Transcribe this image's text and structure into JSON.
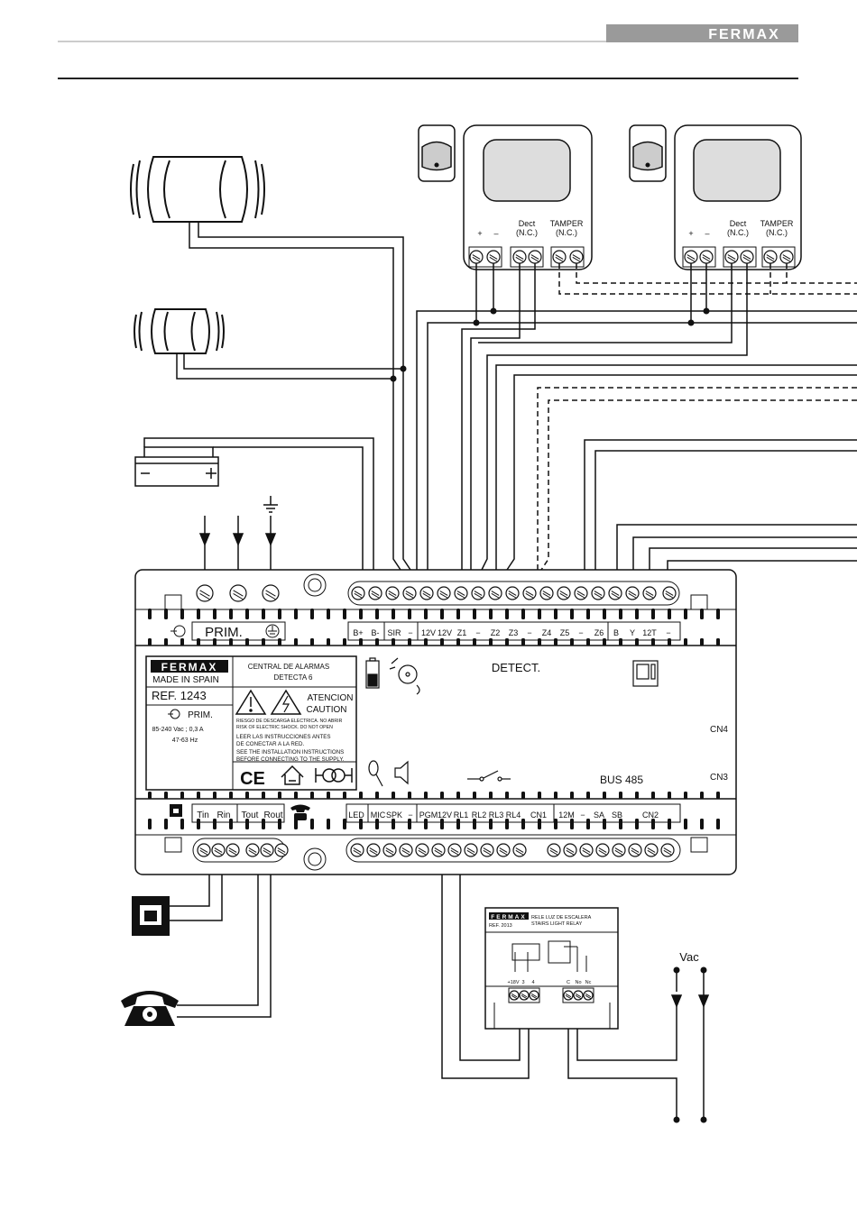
{
  "header": {
    "brand": "FERMAX"
  },
  "sensors": [
    {
      "plus": "+",
      "minus": "–",
      "dect_line1": "Dect",
      "dect_line2": "(N.C.)",
      "tamper_line1": "TAMPER",
      "tamper_line2": "(N.C.)"
    },
    {
      "plus": "+",
      "minus": "–",
      "dect_line1": "Dect",
      "dect_line2": "(N.C.)",
      "tamper_line1": "TAMPER",
      "tamper_line2": "(N.C.)"
    }
  ],
  "top_labels": [
    "B+",
    "B-",
    "SIR",
    "−",
    "12V",
    "12V",
    "Z1",
    "−",
    "Z2",
    "Z3",
    "−",
    "Z4",
    "Z5",
    "−",
    "Z6",
    "B",
    "Y",
    "12T",
    "−"
  ],
  "prim_label": "PRIM.",
  "bottom_labels": {
    "left": [
      "Tin",
      "Rin",
      "Tout",
      "Rout"
    ],
    "right": [
      "LED",
      "MIC",
      "SPK",
      "−",
      "PGM",
      "12V",
      "RL1",
      "RL2",
      "RL3",
      "RL4",
      "CN1",
      "12M",
      "−",
      "SA",
      "SB",
      "CN2"
    ]
  },
  "info_panel": {
    "brand": "FERMAX",
    "made_in": "MADE IN SPAIN",
    "ref": "REF. 1243",
    "prim": "PRIM.",
    "voltage": "85-240 Vac ; 0,3 A",
    "frequency": "47-63 Hz",
    "title_line1": "CENTRAL DE ALARMAS",
    "title_line2": "DETECTA 6",
    "attention": "ATENCION",
    "caution": "CAUTION",
    "warning_lines": [
      "RIESGO DE DESCARGA ELECTRICA. NO ABRIR",
      "RISK OF ELECTRIC SHOCK. DO NOT OPEN",
      "LEER LAS INSTRUCCIONES ANTES",
      "DE CONECTAR A LA RED.",
      "SEE THE INSTALLATION INSTRUCTIONS",
      "BEFORE CONNECTING TO THE SUPPLY."
    ],
    "ce": "CE"
  },
  "panel_labels": {
    "detect": "DETECT.",
    "cn4": "CN4",
    "cn3": "CN3",
    "bus": "BUS 485"
  },
  "relay": {
    "brand": "FERMAX",
    "ref": "REF. 2013",
    "title_line1": "RELE LUZ DE ESCALERA",
    "title_line2": "STAIRS LIGHT RELAY",
    "terminals": [
      "+18V",
      "3",
      "4",
      "C",
      "No",
      "Nc"
    ],
    "vac": "Vac"
  }
}
